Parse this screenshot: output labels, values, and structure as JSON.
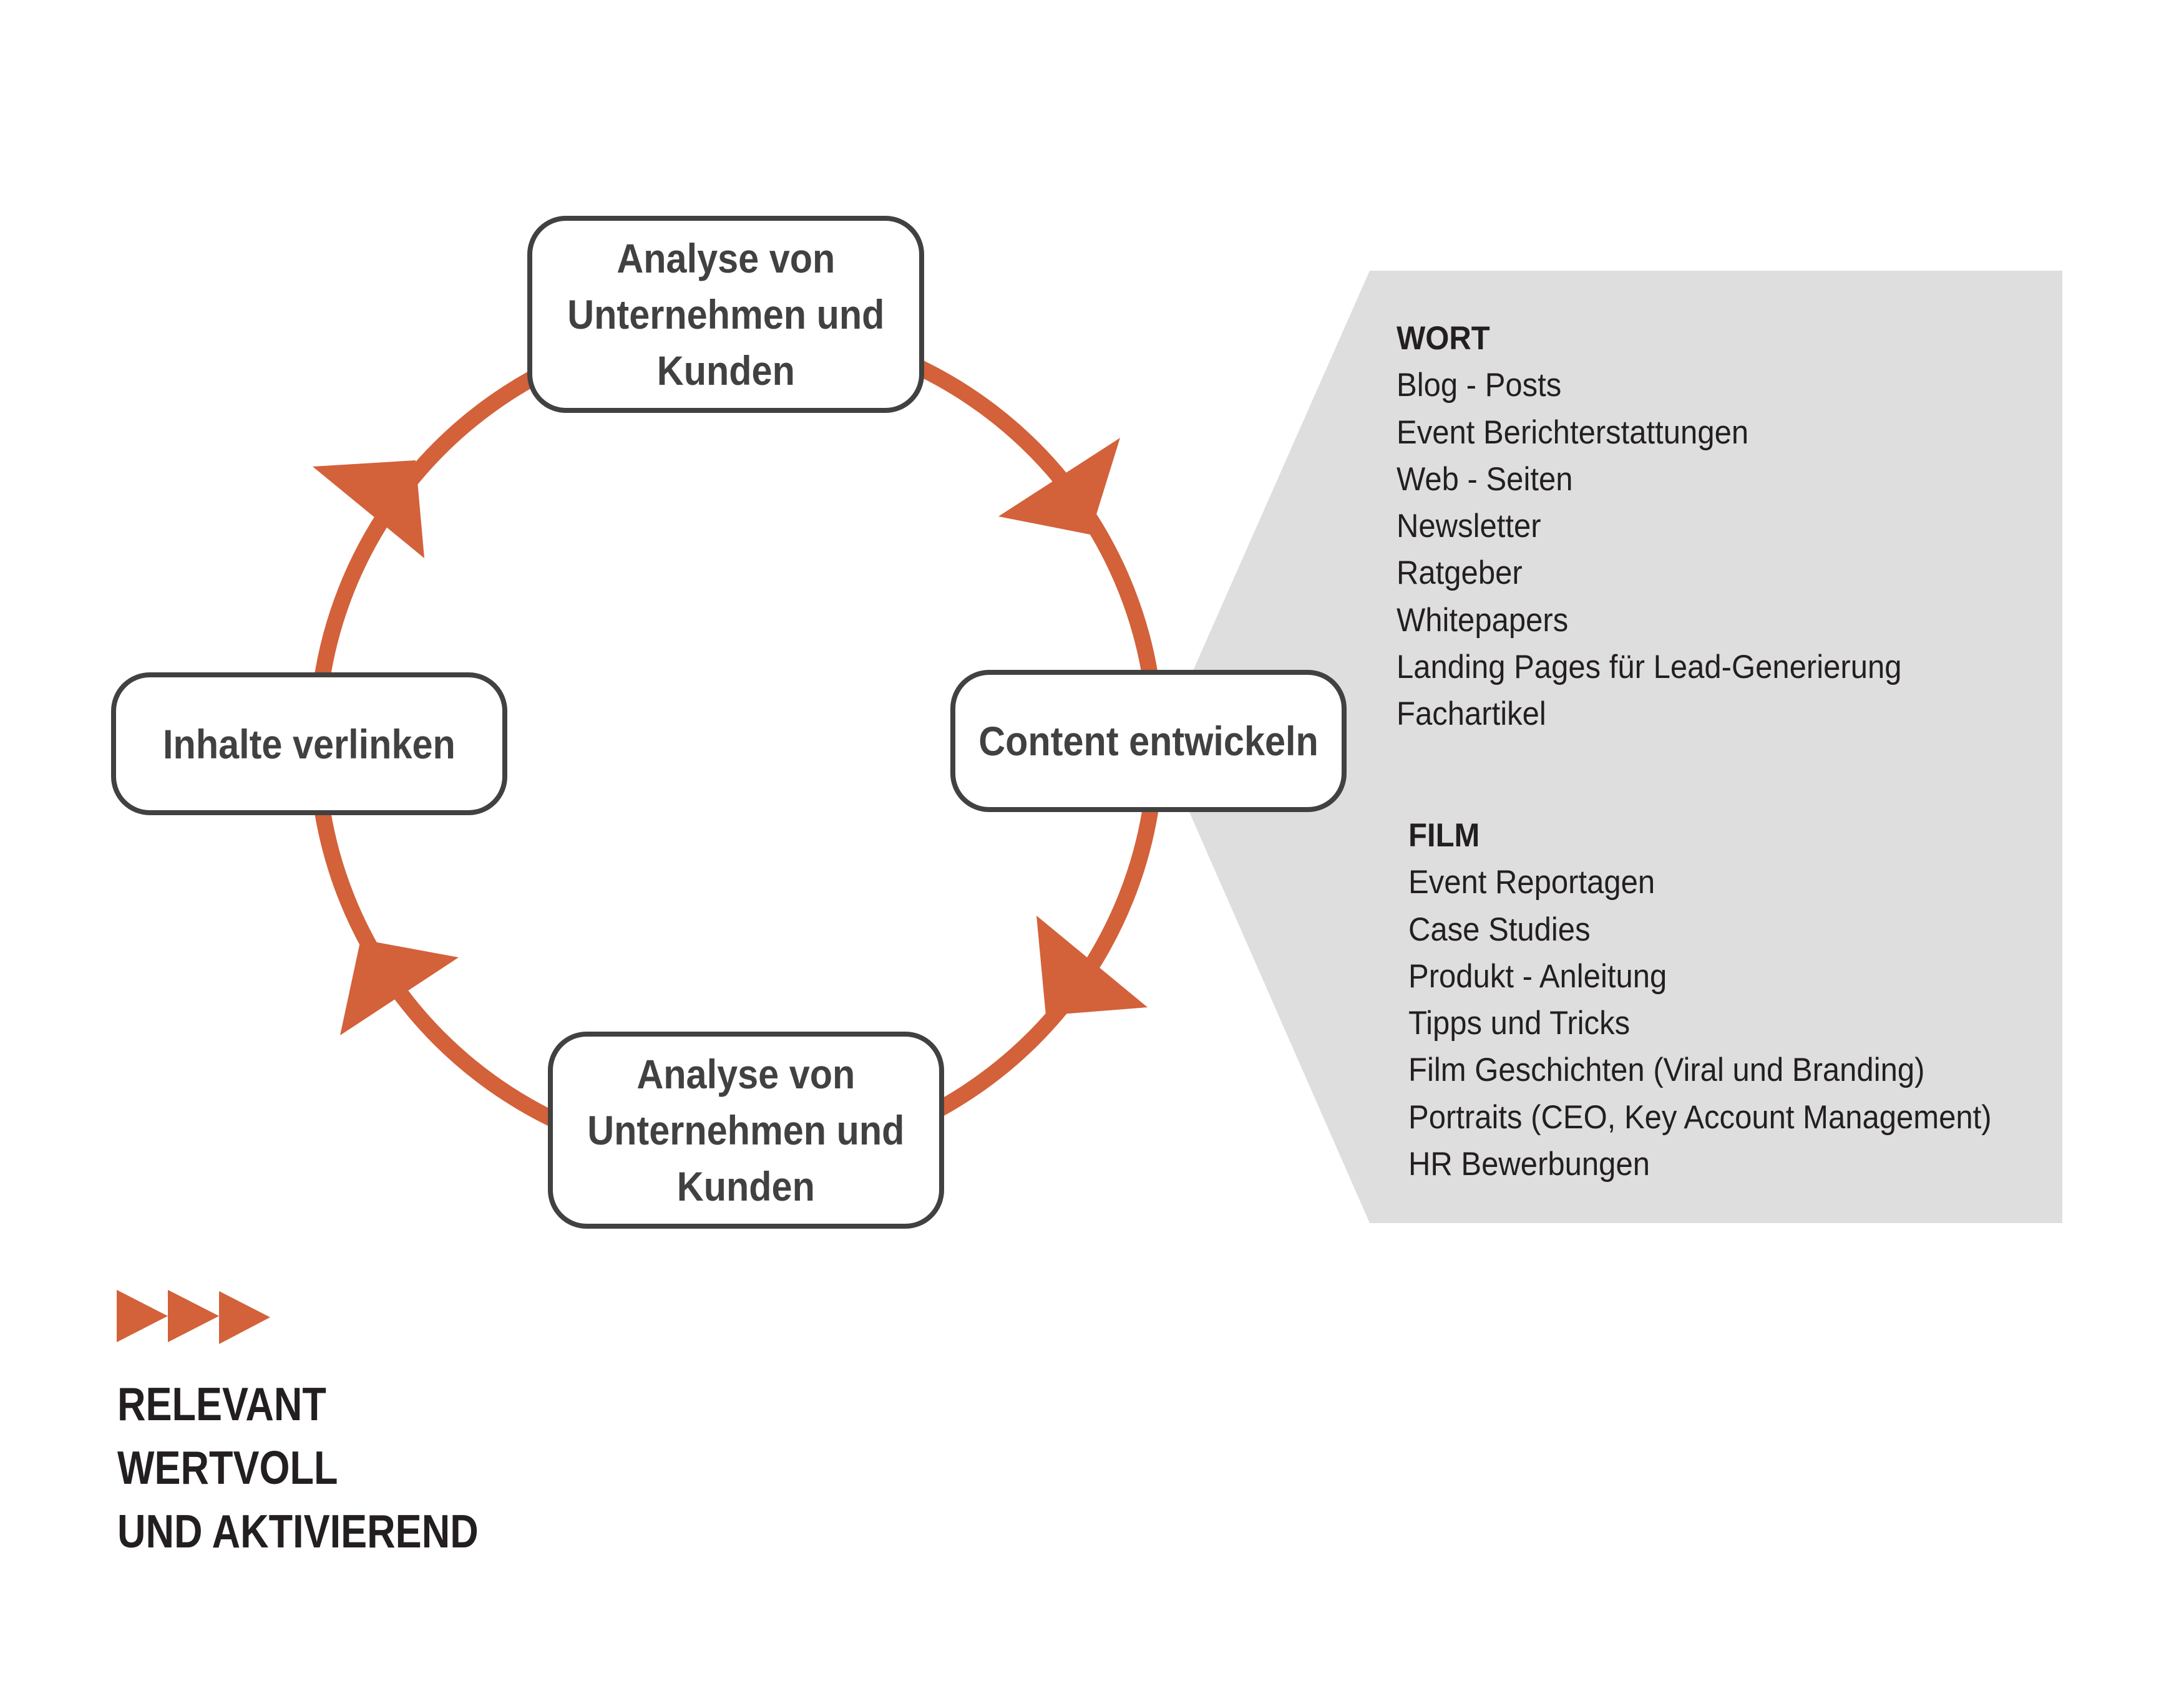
{
  "colors": {
    "accent": "#D3613A",
    "panel": "#DEDEDE",
    "box_border": "#414142",
    "text": "#231F20"
  },
  "cycle": {
    "direction": "clockwise",
    "nodes": [
      {
        "id": "top",
        "lines": [
          "Analyse von",
          "Unternehmen und",
          "Kunden"
        ]
      },
      {
        "id": "right",
        "lines": [
          "Content entwickeln"
        ]
      },
      {
        "id": "bottom",
        "lines": [
          "Analyse von",
          "Unternehmen und",
          "Kunden"
        ]
      },
      {
        "id": "left",
        "lines": [
          "Inhalte verlinken"
        ]
      }
    ],
    "arrow_icon": "arrowhead-triangle"
  },
  "panel": {
    "wort": {
      "heading": "WORT",
      "items": [
        "Blog - Posts",
        "Event Berichterstattungen",
        "Web - Seiten",
        "Newsletter",
        "Ratgeber",
        "Whitepapers",
        "Landing Pages für Lead-Generierung",
        "Fachartikel"
      ]
    },
    "film": {
      "heading": "FILM",
      "items": [
        "Event Reportagen",
        "Case Studies",
        "Produkt - Anleitung",
        "Tipps und Tricks",
        "Film Geschichten (Viral und Branding)",
        "Portraits (CEO, Key Account Management)",
        "HR Bewerbungen"
      ]
    }
  },
  "legend": {
    "icon": "triple-play-arrows-icon",
    "lines": [
      "RELEVANT",
      "WERTVOLL",
      "UND AKTIVIEREND"
    ]
  }
}
